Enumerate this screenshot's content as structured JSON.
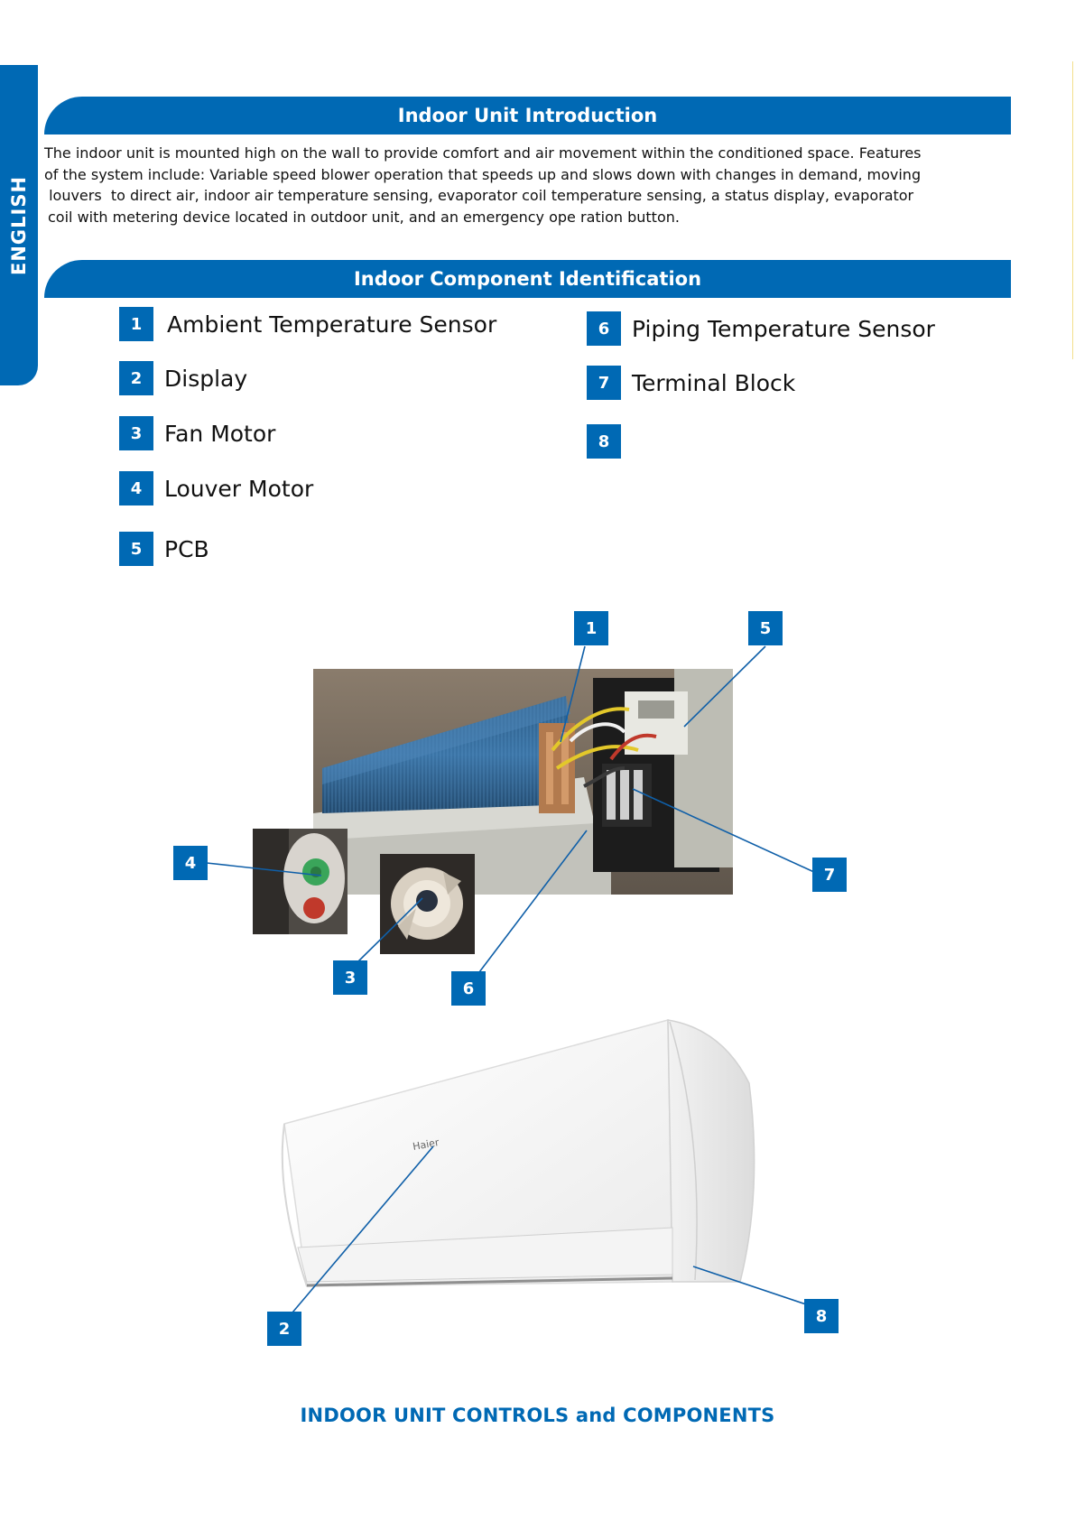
{
  "sidebar": {
    "language_tab": "ENGLISH"
  },
  "section1": {
    "title": "Indoor Unit Introduction",
    "lines": [
      "The indoor unit is mounted high on the wall to provide comfort and air movement within the conditioned space.  Features",
      "of the system include:  Variable speed blower operation that speeds up and slows down with changes in demand, moving",
      " louvers  to direct air, indoor air temperature sensing, evaporator coil temperature sensing, a status display, evaporator",
      "coil with metering device located in outdoor unit, and an emergency  ope ration button."
    ]
  },
  "section2": {
    "title": "Indoor Component Identification",
    "components": [
      {
        "num": "1",
        "label": "Ambient Temperature Sensor"
      },
      {
        "num": "2",
        "label": "Display"
      },
      {
        "num": "3",
        "label": "Fan Motor"
      },
      {
        "num": "4",
        "label": "Louver Motor"
      },
      {
        "num": "5",
        "label": "PCB"
      },
      {
        "num": "6",
        "label": "Piping Temperature Sensor"
      },
      {
        "num": "7",
        "label": "Terminal Block"
      },
      {
        "num": "8",
        "label": ""
      }
    ]
  },
  "callouts": [
    "1",
    "2",
    "3",
    "4",
    "5",
    "6",
    "7",
    "8"
  ],
  "brand_logo": "Haier",
  "footer": {
    "title": "INDOOR UNIT CONTROLS and COMPONENTS"
  },
  "colors": {
    "accent": "#0069b4"
  }
}
